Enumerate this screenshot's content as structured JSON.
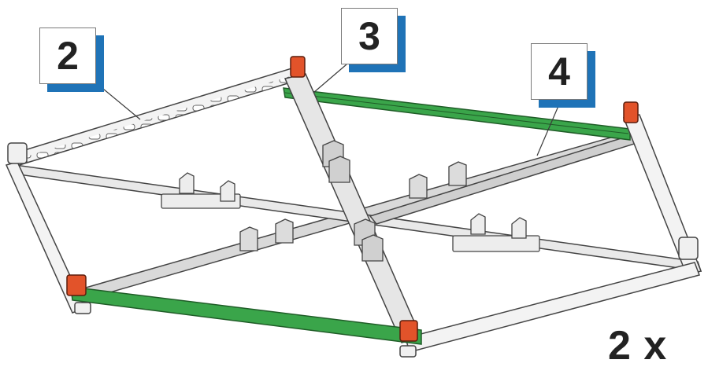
{
  "callouts": {
    "two": "2",
    "three": "3",
    "four": "4"
  },
  "quantity": "2 x",
  "colors": {
    "callout_shadow": "#1f73b7",
    "green_beam": "#3aa54a",
    "orange_connector": "#e2532a",
    "grey_beam": "#d7d7d7",
    "outline": "#444444"
  }
}
